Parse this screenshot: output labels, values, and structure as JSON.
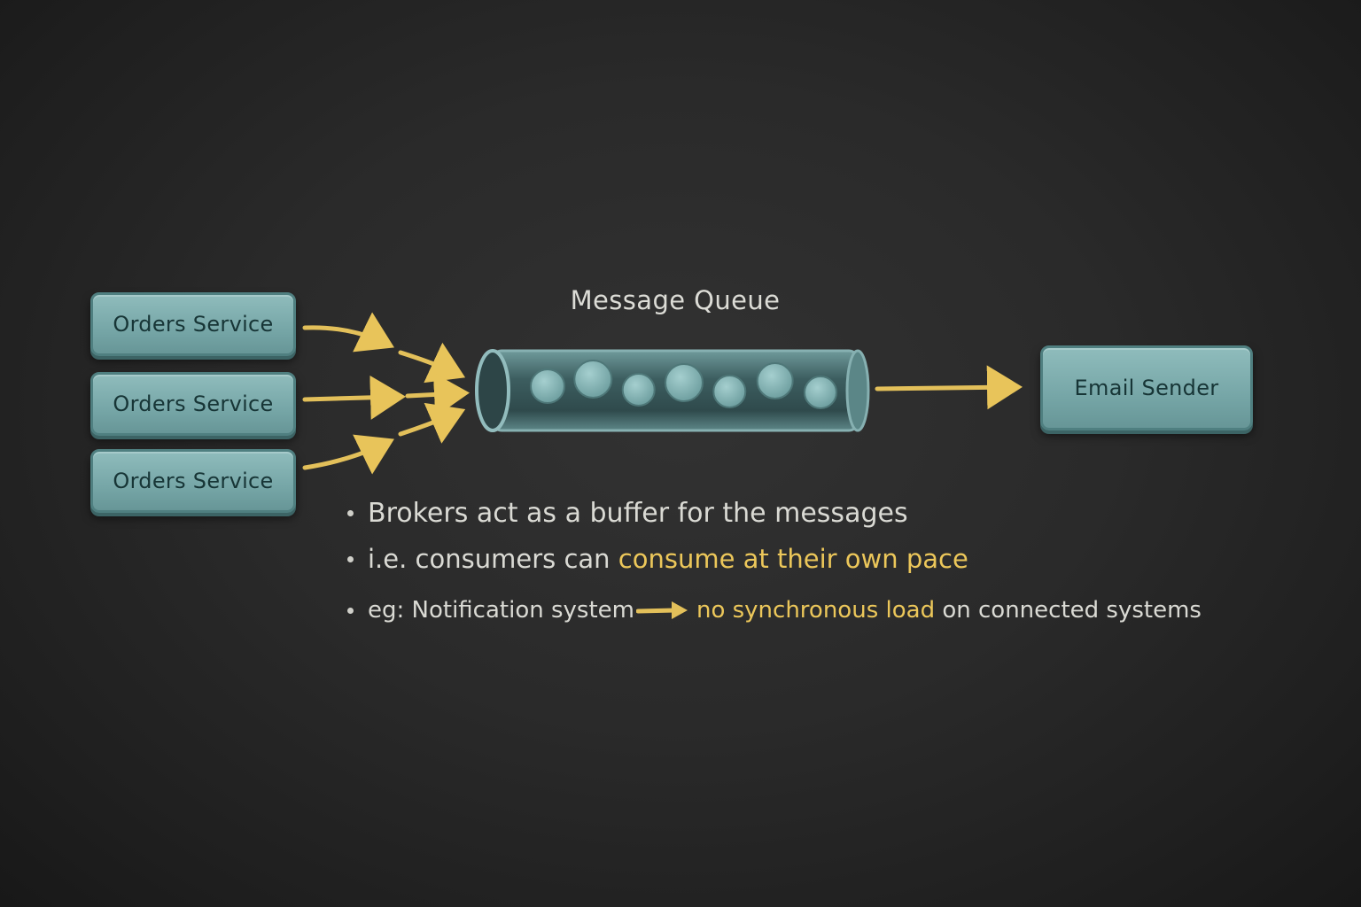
{
  "diagram": {
    "title": "Message Queue",
    "producers": [
      {
        "label": "Orders Service"
      },
      {
        "label": "Orders Service"
      },
      {
        "label": "Orders Service"
      }
    ],
    "consumer": {
      "label": "Email Sender"
    },
    "queue_message_count": 7
  },
  "notes": {
    "line1": "Brokers act as a buffer for the messages",
    "line2_prefix": "i.e. consumers can ",
    "line2_highlight": "consume at their own pace",
    "line3_prefix": "eg: Notification system",
    "line3_highlight": "no synchronous load",
    "line3_suffix": " on connected systems"
  },
  "colors": {
    "box_fill": "#7aaaab",
    "arrow": "#e8c45a",
    "highlight_text": "#ecc75a",
    "board": "#2a2a2a"
  }
}
